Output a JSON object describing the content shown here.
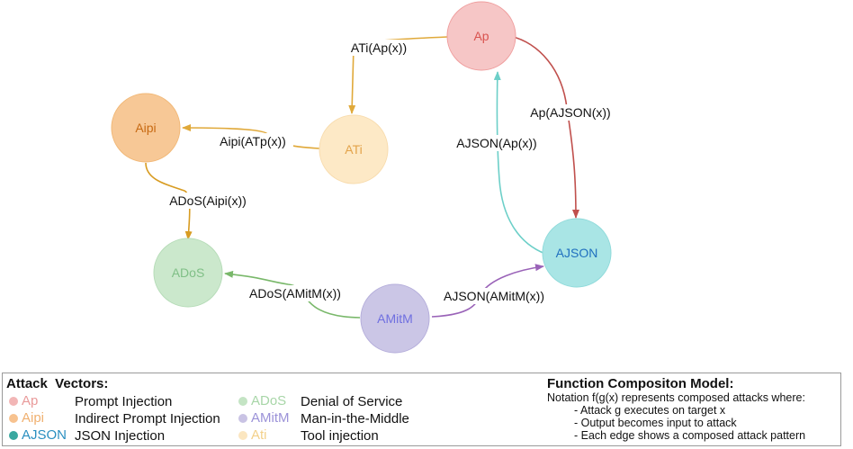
{
  "nodes": [
    {
      "id": "ap",
      "label": "Ap",
      "fill": "#f6c6c6",
      "stroke": "#ef9e9e",
      "text": "#d9534f"
    },
    {
      "id": "aipi",
      "label": "Aipi",
      "fill": "#f7c896",
      "stroke": "#f1b877",
      "text": "#c76a12"
    },
    {
      "id": "ati",
      "label": "ATi",
      "fill": "#fde9c6",
      "stroke": "#f8dcae",
      "text": "#e3a34a"
    },
    {
      "id": "ados",
      "label": "ADoS",
      "fill": "#cbe8cc",
      "stroke": "#b6dcb8",
      "text": "#7fbf86"
    },
    {
      "id": "ajson",
      "label": "AJSON",
      "fill": "#a9e5e5",
      "stroke": "#8fdada",
      "text": "#1f6fbf"
    },
    {
      "id": "amitm",
      "label": "AMitM",
      "fill": "#cbc6e6",
      "stroke": "#b5aedb",
      "text": "#6f6fe0"
    }
  ],
  "edges": [
    {
      "id": "ap-to-ati",
      "label": "ATi(Ap(x))",
      "color": "#e0a93a"
    },
    {
      "id": "ati-to-aipi",
      "label": "Aipi(ATp(x))",
      "color": "#e0a93a"
    },
    {
      "id": "aipi-to-ados",
      "label": "ADoS(Aipi(x))",
      "color": "#d89c22"
    },
    {
      "id": "ap-to-ajson",
      "label": "Ap(AJSON(x))",
      "color": "#c0504d"
    },
    {
      "id": "ajson-to-ap",
      "label": "AJSON(Ap(x))",
      "color": "#6ccfc8"
    },
    {
      "id": "amitm-to-ados",
      "label": "ADoS(AMitM(x))",
      "color": "#79b86a"
    },
    {
      "id": "amitm-to-ajson",
      "label": "AJSON(AMitM(x))",
      "color": "#9a63b8"
    }
  ],
  "legend": {
    "title": "Attack  Vectors:",
    "items": [
      {
        "abbr": "Ap",
        "desc": "Prompt Injection",
        "dot": "#f2b6b6",
        "abbr_color": "#e99a9a"
      },
      {
        "abbr": "Aipi",
        "desc": "Indirect Prompt Injection",
        "dot": "#f7c28f",
        "abbr_color": "#f0b070"
      },
      {
        "abbr": "AJSON",
        "desc": "JSON Injection",
        "dot": "#3aa8a0",
        "abbr_color": "#2a8fc0"
      },
      {
        "abbr": "ADoS",
        "desc": "Denial of Service",
        "dot": "#c4e4c4",
        "abbr_color": "#a8d6a8"
      },
      {
        "abbr": "AMitM",
        "desc": "Man-in-the-Middle",
        "dot": "#c9c3e4",
        "abbr_color": "#9b92d8"
      },
      {
        "abbr": "Ati",
        "desc": "Tool injection",
        "dot": "#fbe6c0",
        "abbr_color": "#f3d08a"
      }
    ]
  },
  "model": {
    "title": "Function Compositon Model:",
    "notation": "Notation f(g(x) represents composed attacks where:",
    "bullets": [
      "- Attack g executes on target x",
      "- Output becomes input to attack",
      "- Each edge shows a composed attack pattern"
    ]
  }
}
